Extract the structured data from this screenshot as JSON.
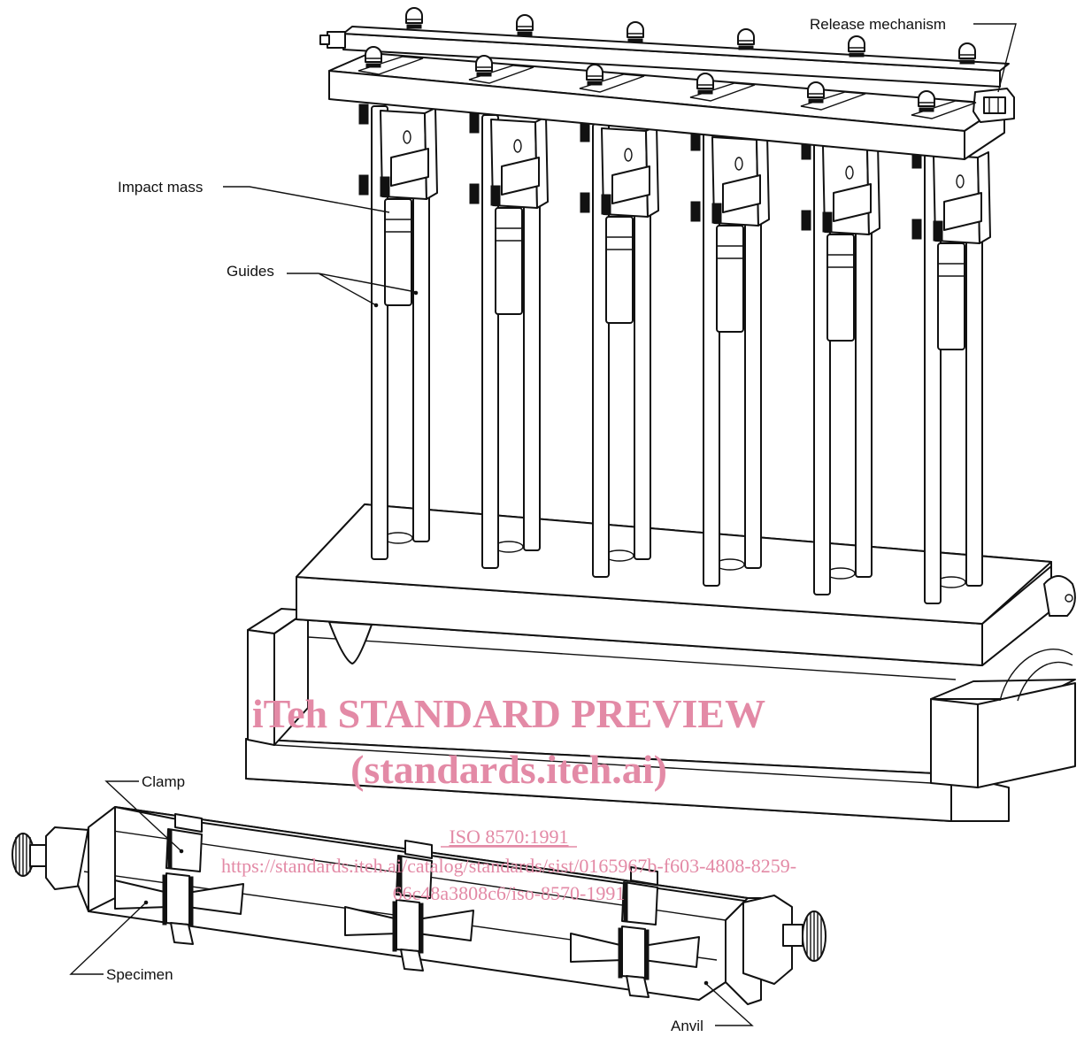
{
  "labels": {
    "release_mechanism": "Release mechanism",
    "impact_mass": "Impact mass",
    "guides": "Guides",
    "clamp": "Clamp",
    "specimen": "Specimen",
    "anvil": "Anvil"
  },
  "watermark": {
    "title": "iTeh STANDARD PREVIEW",
    "subtitle": "(standards.iteh.ai)",
    "code": "ISO 8570:1991",
    "url_line1": "https://standards.iteh.ai/catalog/standards/sist/0165967b-f603-4808-8259-",
    "url_line2": "66c48a3808c6/iso-8570-1991"
  },
  "colors": {
    "ink": "#111111",
    "watermark": "#e38aa6"
  },
  "drop_stations": 6,
  "anvil_specimens": 3
}
